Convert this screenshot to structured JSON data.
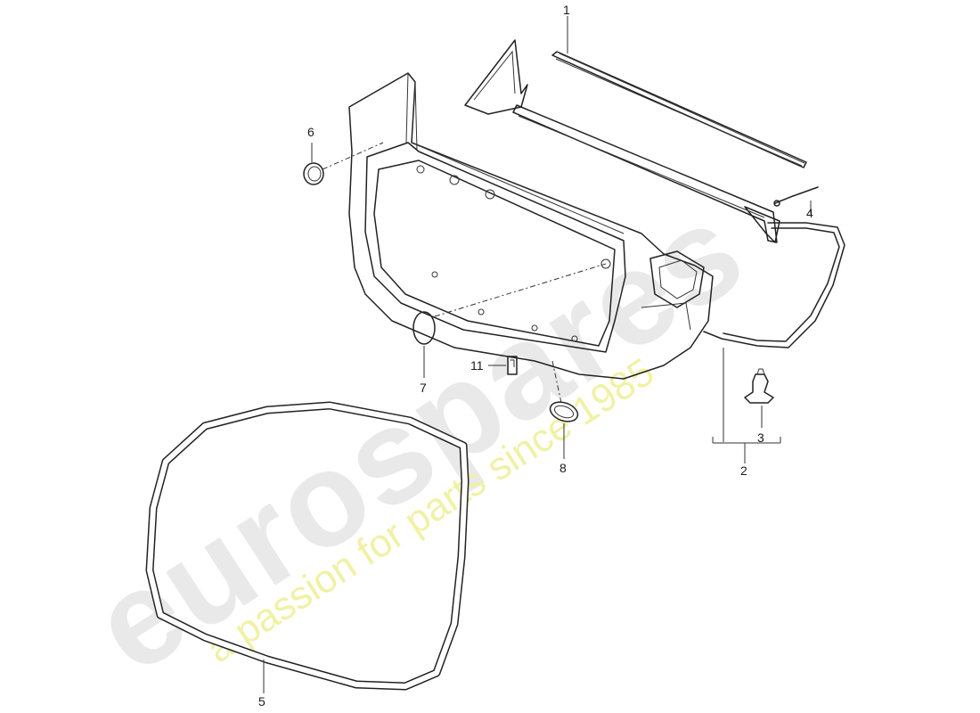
{
  "watermark": {
    "brand": "eurospares",
    "tagline": "a passion for parts since 1985"
  },
  "callouts": [
    {
      "id": "1",
      "label": "1"
    },
    {
      "id": "2",
      "label": "2"
    },
    {
      "id": "3",
      "label": "3"
    },
    {
      "id": "4",
      "label": "4"
    },
    {
      "id": "5",
      "label": "5"
    },
    {
      "id": "6",
      "label": "6"
    },
    {
      "id": "7",
      "label": "7"
    },
    {
      "id": "8",
      "label": "8"
    },
    {
      "id": "11",
      "label": "11"
    }
  ],
  "colors": {
    "line": "#222222",
    "watermark_grey": "#e9e9e9",
    "watermark_yellow": "#f1f1a6",
    "background": "#ffffff"
  }
}
